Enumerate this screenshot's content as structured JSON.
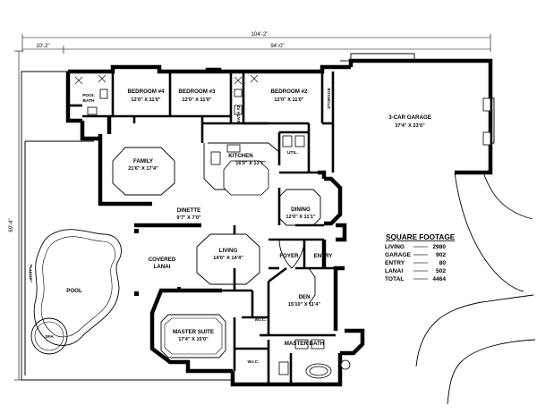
{
  "dimensions": {
    "overall_width": "104'-2\"",
    "left_segment": "10'-2\"",
    "main_segment": "94'-0\"",
    "overall_depth": "69'-4\""
  },
  "rooms": {
    "pool_bath": {
      "name": "POOL\nBATH"
    },
    "bedroom4": {
      "name": "BEDROOM #4",
      "size": "12'0\" X 11'0\""
    },
    "bedroom3": {
      "name": "BEDROOM #3",
      "size": "12'0\" X 11'0\""
    },
    "bath3": {
      "name": "BATH #3"
    },
    "bedroom2": {
      "name": "BEDROOM #2",
      "size": "12'0\" X 11'0\""
    },
    "storage": {
      "name": "STORAGE"
    },
    "garage": {
      "name": "3-CAR GARAGE",
      "size": "37'4\" X 23'0\""
    },
    "family": {
      "name": "FAMILY",
      "size": "21'6\" X 17'4\""
    },
    "kitchen": {
      "name": "KITCHEN",
      "size": "16'0\" X 13'7\""
    },
    "util": {
      "name": "UTIL."
    },
    "dinette": {
      "name": "DINETTE",
      "size": "9'7\" X 7'0\""
    },
    "dining": {
      "name": "DINING",
      "size": "12'0\" X 11'1\""
    },
    "covered_lanai": {
      "name": "COVERED",
      "name2": "LANAI"
    },
    "living": {
      "name": "LIVING",
      "size": "14'0\" X 14'4\""
    },
    "foyer": {
      "name": "FOYER"
    },
    "entry": {
      "name": "ENTRY"
    },
    "den": {
      "name": "DEN",
      "size": "15'10\" X 11'4\""
    },
    "wic1": {
      "name": "W.I.C."
    },
    "master_suite": {
      "name": "MASTER SUITE",
      "size": "17'4\" X 15'0\""
    },
    "master_bath": {
      "name": "MASTER BATH"
    },
    "wic2": {
      "name": "W.I.C."
    },
    "pool": {
      "name": "POOL"
    },
    "spa": {
      "name": "SPA"
    },
    "planter": {
      "name": "PLANTER"
    }
  },
  "square_footage": {
    "title": "SQUARE FOOTAGE",
    "rows": [
      {
        "label": "LIVING",
        "value": "2980"
      },
      {
        "label": "GARAGE",
        "value": "902"
      },
      {
        "label": "ENTRY",
        "value": "80"
      },
      {
        "label": "LANAI",
        "value": "502"
      },
      {
        "label": "TOTAL",
        "value": "4464"
      }
    ]
  }
}
